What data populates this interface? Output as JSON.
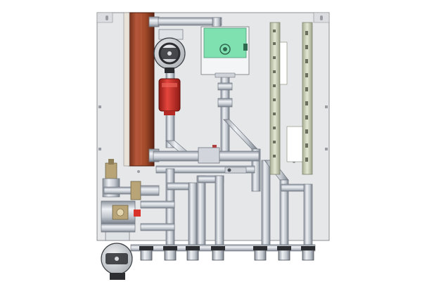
{
  "colors": {
    "background": "#ffffff",
    "plate": "#e6e7e9",
    "plate_edge": "#8a8d92",
    "pipe": "#c7ccd3",
    "pipe_light": "#eef1f4",
    "pipe_edge": "#6f7680",
    "heat_exchanger": "#a24a2a",
    "heat_exchanger_dark": "#6e2c16",
    "filter_red": "#d8322a",
    "filter_dark": "#8e1b15",
    "controller_screen": "#7fe0b0",
    "controller_body": "#f4f5f6",
    "rail": "#d7dcc8",
    "rail_edge": "#7d8470",
    "brass": "#b9a477",
    "pump": "#d9dcdf",
    "pump_dark": "#2b2d30"
  },
  "components": [
    {
      "id": "mounting-plate",
      "icon": "mounting-plate-icon"
    },
    {
      "id": "plate-heat-exchanger",
      "icon": "heat-exchanger-icon"
    },
    {
      "id": "circulation-pump-upper",
      "icon": "pump-icon"
    },
    {
      "id": "circulation-pump-lower",
      "icon": "pump-icon"
    },
    {
      "id": "dirt-filter",
      "icon": "filter-icon"
    },
    {
      "id": "controller-unit",
      "icon": "controller-icon"
    },
    {
      "id": "mounting-rail-left",
      "icon": "rail-icon"
    },
    {
      "id": "mounting-rail-right",
      "icon": "rail-icon"
    },
    {
      "id": "zone-valve-group",
      "icon": "valve-icon"
    },
    {
      "id": "outlet-connections",
      "icon": "fitting-icon"
    }
  ]
}
